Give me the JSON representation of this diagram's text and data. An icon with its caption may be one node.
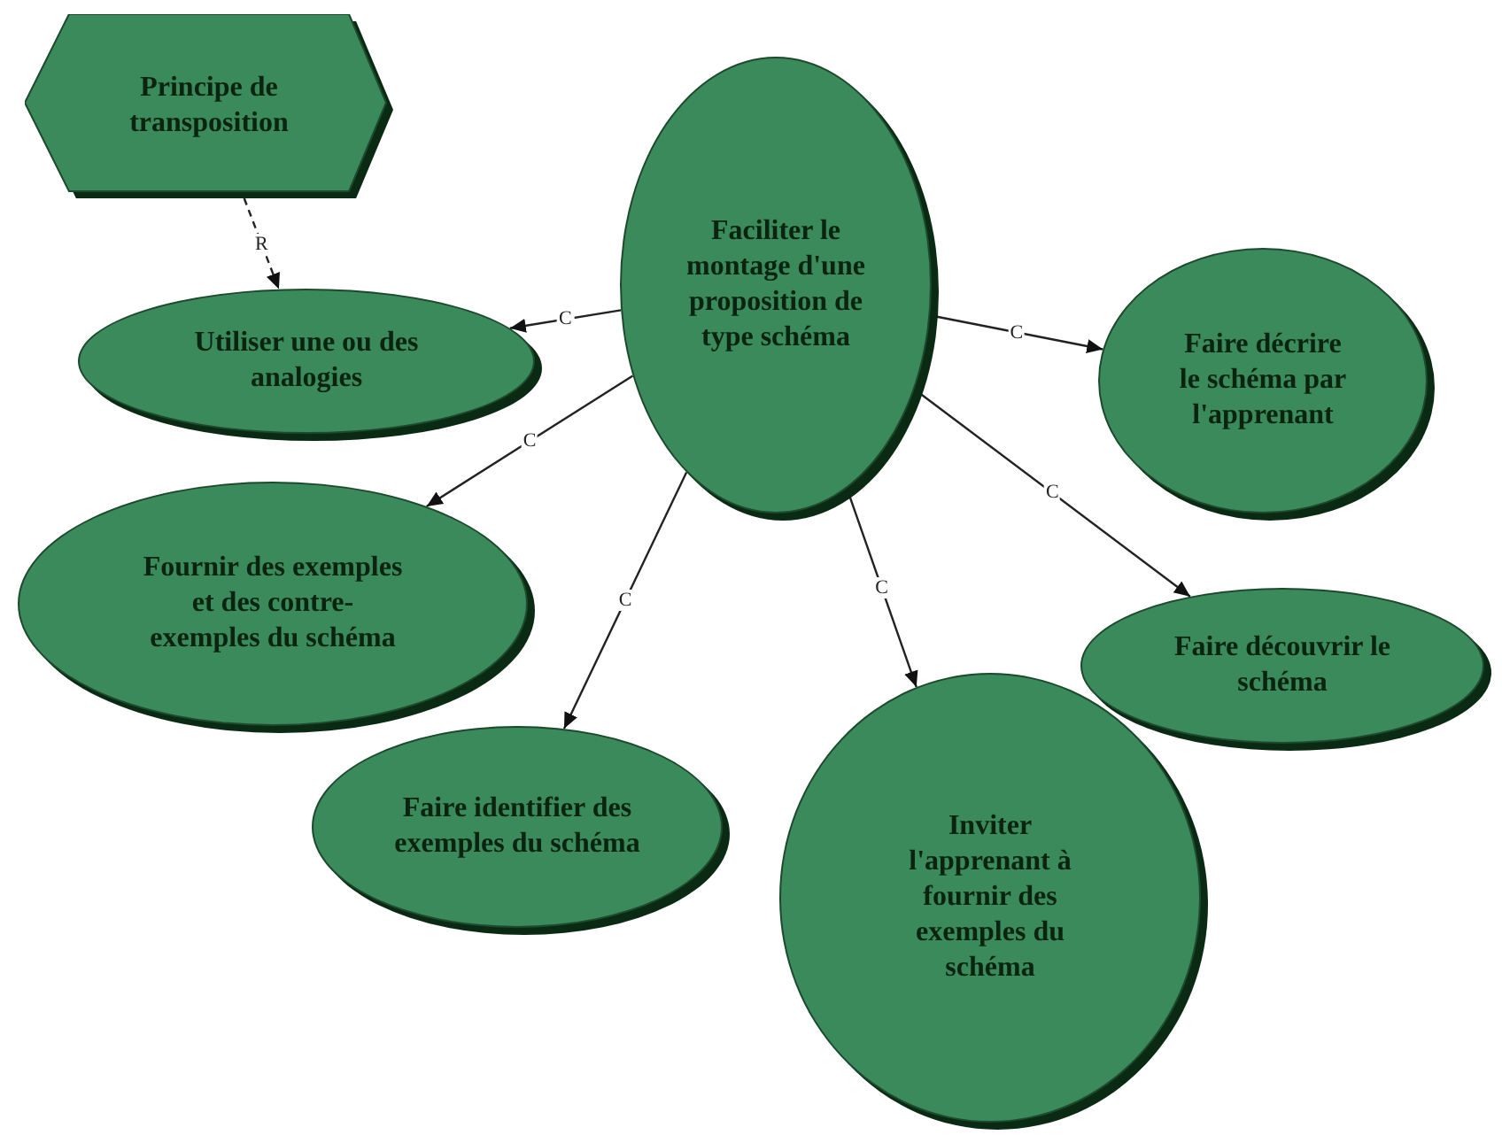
{
  "diagram": {
    "nodes": [
      {
        "text": [
          "Principe de transposition"
        ]
      },
      {
        "text": [
          "Faciliter le montage d'une proposition de type schéma"
        ]
      },
      {
        "text": [
          "Utiliser une ou des analogies"
        ]
      },
      {
        "text": [
          "Faire décrire le schéma par l'apprenant"
        ]
      },
      {
        "text": [
          "Fournir des exemples et des contre-exemples du schéma"
        ]
      },
      {
        "text": [
          "Faire découvrir le schéma"
        ]
      },
      {
        "text": [
          "Faire identifier des exemples du schéma"
        ]
      },
      {
        "text": [
          "Inviter l'apprenant à fournir des exemples du schéma"
        ]
      }
    ],
    "edges": [
      {
        "from": 0,
        "to": 2,
        "arrow": "to",
        "label": "R",
        "style": "dashed"
      },
      {
        "from": 1,
        "to": 2,
        "arrow": "to",
        "label": "C"
      },
      {
        "from": 1,
        "to": 3,
        "arrow": "to",
        "label": "C"
      },
      {
        "from": 1,
        "to": 4,
        "arrow": "to",
        "label": "C"
      },
      {
        "from": 1,
        "to": 5,
        "arrow": "to",
        "label": "C"
      },
      {
        "from": 1,
        "to": 6,
        "arrow": "to",
        "label": "C"
      },
      {
        "from": 1,
        "to": 7,
        "arrow": "to",
        "label": "C"
      }
    ]
  }
}
